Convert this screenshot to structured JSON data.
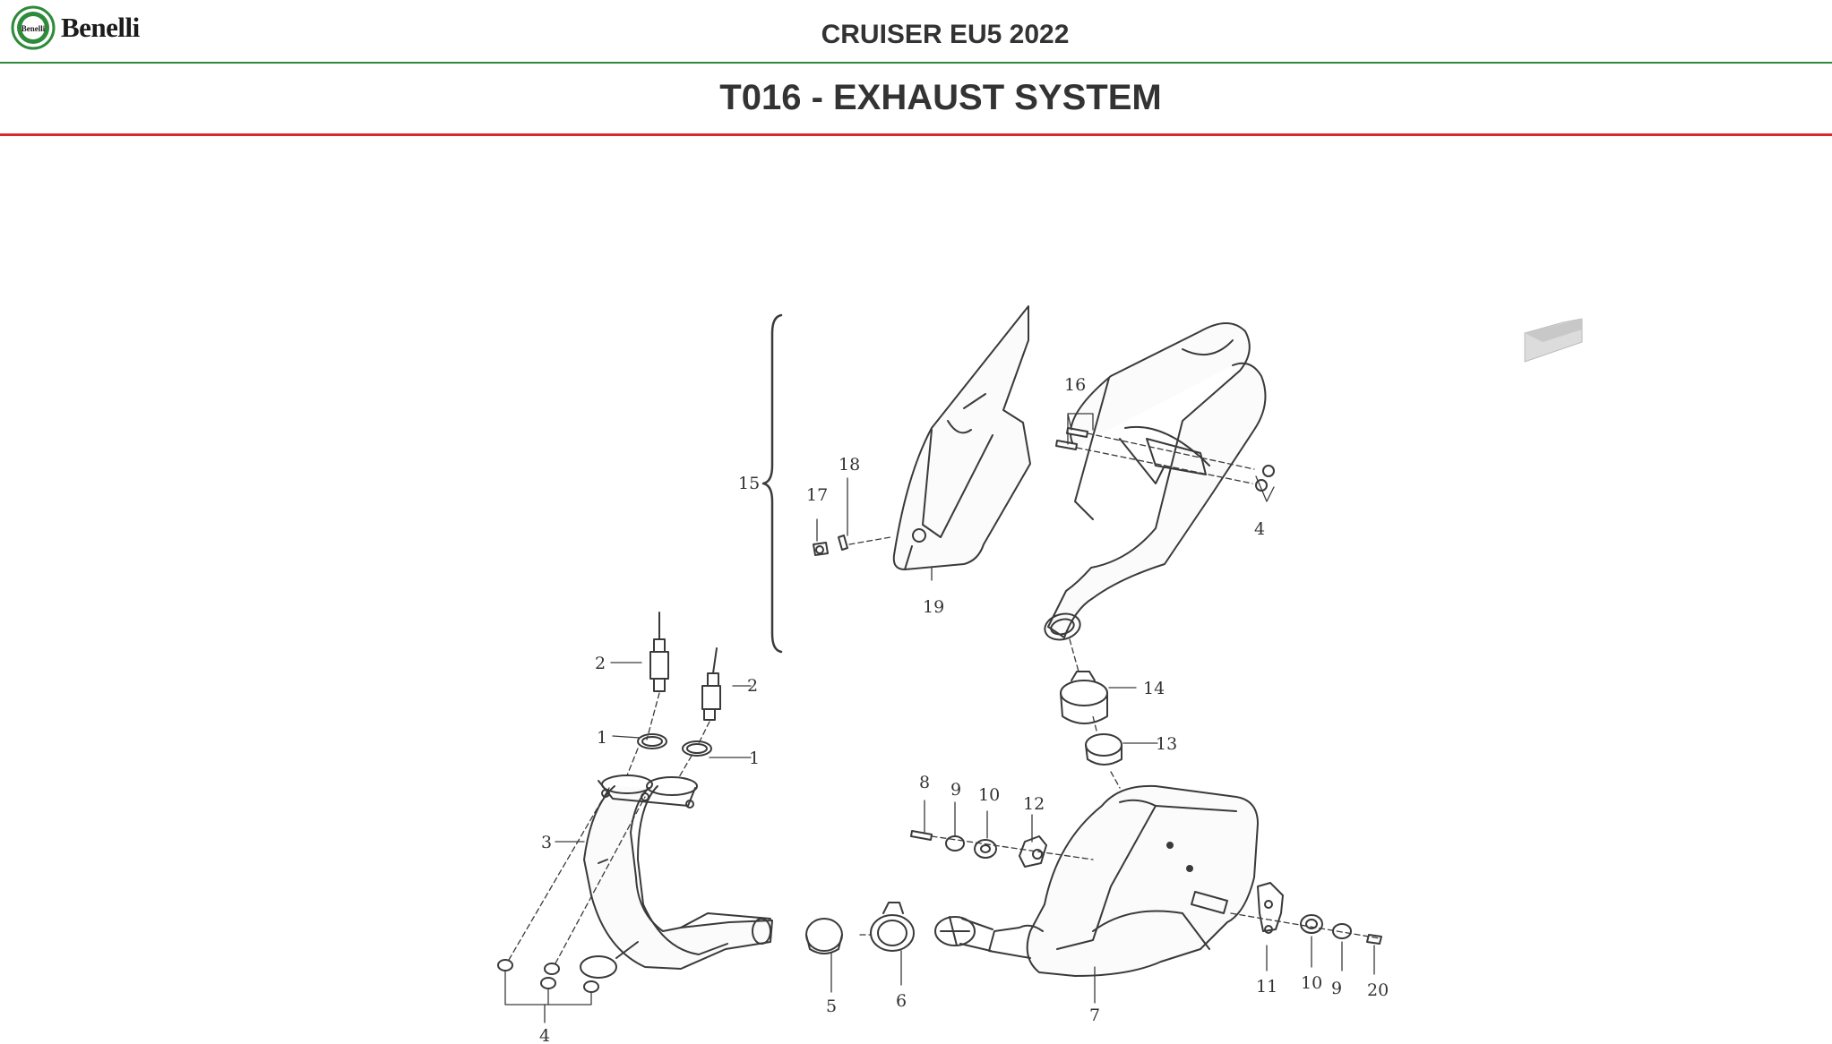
{
  "header": {
    "brand": "Benelli",
    "model": "CRUISER EU5 2022",
    "section_title": "T016 - EXHAUST SYSTEM"
  },
  "colors": {
    "green_rule": "#2e8b3a",
    "red_rule": "#d62b2b",
    "logo_green": "#2e8b3a"
  },
  "icons": {
    "nav_arrow": "direction-arrow-icon",
    "logo": "benelli-lion-emblem"
  },
  "callouts": {
    "c1a": "1",
    "c1b": "1",
    "c2a": "2",
    "c2b": "2",
    "c3": "3",
    "c4a": "4",
    "c4b": "4",
    "c5": "5",
    "c6": "6",
    "c7": "7",
    "c8": "8",
    "c9a": "9",
    "c9b": "9",
    "c10a": "10",
    "c10b": "10",
    "c11": "11",
    "c12": "12",
    "c13": "13",
    "c14": "14",
    "c15": "15",
    "c16": "16",
    "c17": "17",
    "c18": "18",
    "c19": "19",
    "c20": "20"
  }
}
